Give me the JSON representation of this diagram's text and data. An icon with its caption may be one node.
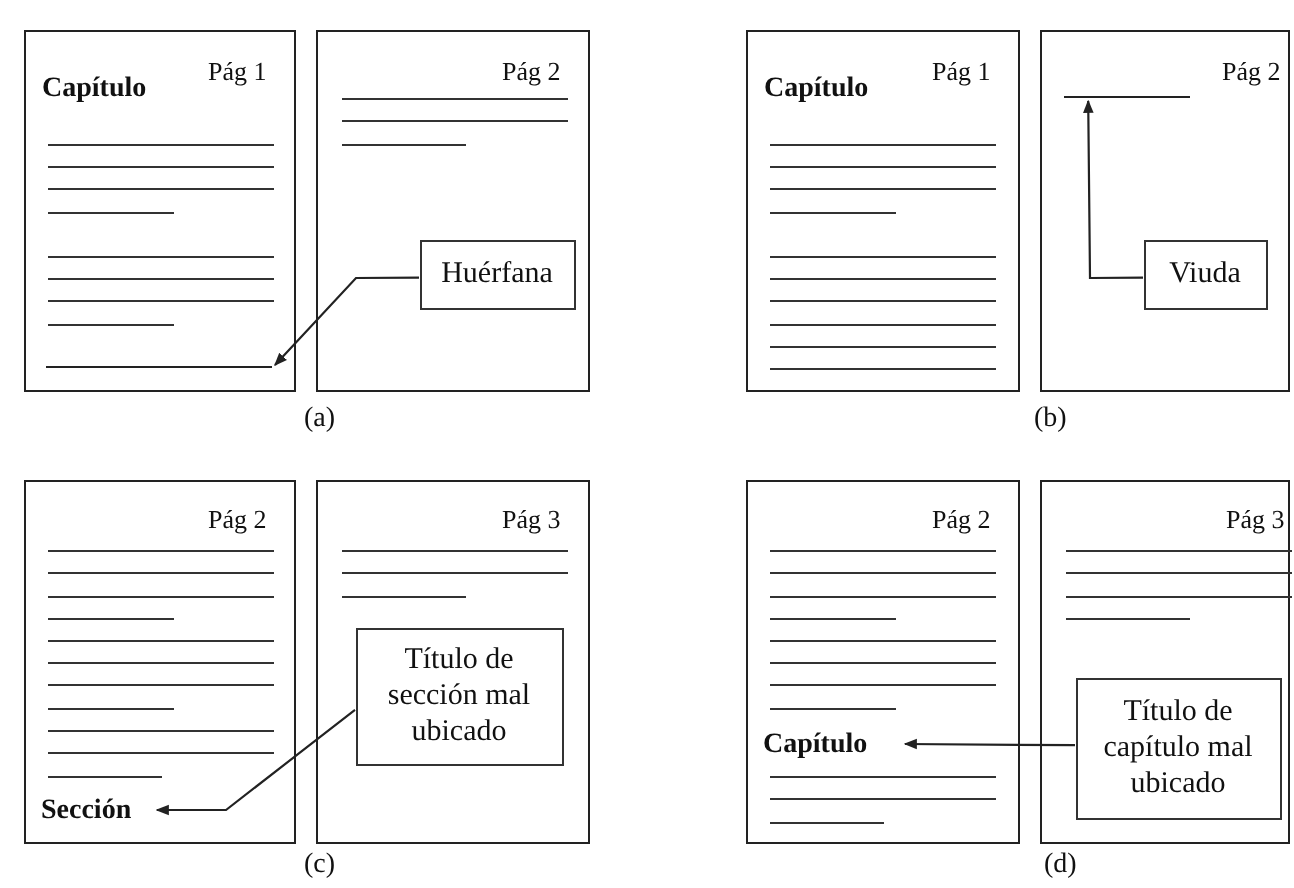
{
  "diagram": {
    "nodes": [
      {
        "text": [
          "Pág 1",
          "Capítulo"
        ]
      },
      {
        "text": [
          "Pág 2"
        ]
      },
      {
        "text": [
          "Huérfana"
        ],
        "in": 1
      },
      {
        "text": [],
        "shape": "bar",
        "in": 0
      },
      {
        "text": [
          "Pág 1",
          "Capítulo"
        ]
      },
      {
        "text": [
          "Pág 2"
        ]
      },
      {
        "text": [],
        "shape": "bar",
        "in": 5
      },
      {
        "text": [
          "Viuda"
        ],
        "in": 5
      },
      {
        "text": [
          "Pág 2"
        ]
      },
      {
        "text": [
          "Sección"
        ],
        "in": 8
      },
      {
        "text": [
          "Pág 3"
        ]
      },
      {
        "text": [
          "Título de sección mal ubicado"
        ],
        "in": 10
      },
      {
        "text": [
          "Pág 2"
        ]
      },
      {
        "text": [
          "Capítulo"
        ],
        "in": 12
      },
      {
        "text": [
          "Pág 3"
        ]
      },
      {
        "text": [
          "Título de capítulo mal ubicado"
        ],
        "in": 14
      }
    ],
    "edges": [
      {
        "from": 2,
        "to": 3,
        "arrow": "to"
      },
      {
        "from": 7,
        "to": 6,
        "arrow": "to"
      },
      {
        "from": 11,
        "to": 9,
        "arrow": "to"
      },
      {
        "from": 15,
        "to": 13,
        "arrow": "to"
      }
    ],
    "labels": [
      "(a)",
      "(b)",
      "(c)",
      "(d)"
    ]
  }
}
